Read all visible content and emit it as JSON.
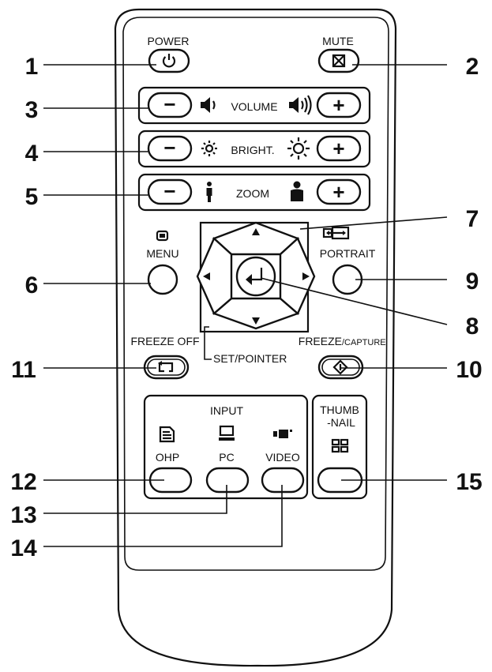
{
  "labels": {
    "power": "POWER",
    "mute": "MUTE",
    "volume": "VOLUME",
    "bright": "BRIGHT.",
    "zoom": "ZOOM",
    "menu": "MENU",
    "portrait": "PORTRAIT",
    "set_pointer": "SET/POINTER",
    "freeze_off": "FREEZE OFF",
    "freeze_capture_main": "FREEZE",
    "freeze_capture_sub": "/CAPTURE",
    "input": "INPUT",
    "ohp": "OHP",
    "pc": "PC",
    "video": "VIDEO",
    "thumb_line1": "THUMB",
    "thumb_line2": "-NAIL",
    "minus": "−",
    "plus": "+"
  },
  "callouts": [
    "1",
    "2",
    "3",
    "4",
    "5",
    "6",
    "7",
    "8",
    "9",
    "10",
    "11",
    "12",
    "13",
    "14",
    "15"
  ],
  "icons": {
    "power": "power-icon",
    "mute": "mute-icon",
    "volume_low": "speaker-low-icon",
    "volume_high": "speaker-high-icon",
    "bright_low": "sun-small-icon",
    "bright_high": "sun-large-icon",
    "zoom_out": "person-small-icon",
    "zoom_in": "person-large-icon",
    "menu": "menu-screen-icon",
    "portrait": "portrait-swap-icon",
    "enter": "enter-arrow-icon",
    "freeze_off": "freeze-off-icon",
    "freeze_capture": "freeze-capture-icon",
    "ohp": "ohp-document-icon",
    "pc": "pc-monitor-icon",
    "video": "video-camera-icon",
    "thumbnail": "thumbnail-grid-icon"
  }
}
